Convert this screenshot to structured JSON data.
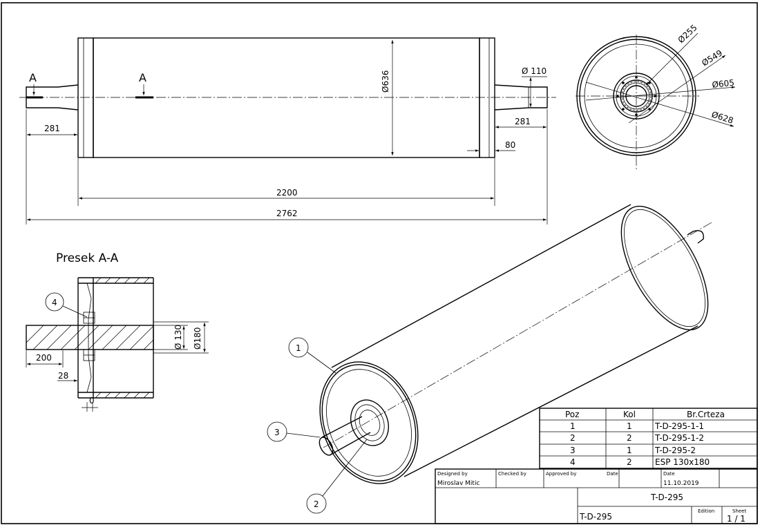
{
  "drawing": {
    "section_marker": "A",
    "section_title": "Presek A-A",
    "dimensions": {
      "shaft_diameter_end": "Ø 110",
      "body_diameter": "Ø636",
      "shaft_length_left": "281",
      "shaft_length_right": "281",
      "flange_width": "80",
      "body_length": "2200",
      "overall_length": "2762",
      "end_d1": "Ø255",
      "end_d2": "Ø549",
      "end_d3": "Ø605",
      "end_d4": "Ø628",
      "sec_d1": "Ø 130",
      "sec_d2": "Ø180",
      "sec_len1": "200",
      "sec_len2": "28",
      "sec_zero": "0"
    },
    "balloons": [
      "1",
      "2",
      "3",
      "4"
    ]
  },
  "parts_list": {
    "headers": [
      "Poz",
      "Kol",
      "Br.Crteza"
    ],
    "rows": [
      [
        "1",
        "1",
        "T-D-295-1-1"
      ],
      [
        "2",
        "2",
        "T-D-295-1-2"
      ],
      [
        "3",
        "1",
        "T-D-295-2"
      ],
      [
        "4",
        "2",
        "ESP 130x180"
      ]
    ]
  },
  "title_block": {
    "designed_by_label": "Designed by",
    "designed_by": "Miroslav Mitic",
    "checked_by_label": "Checked by",
    "approved_by_label": "Approved by",
    "date_label_1": "Date",
    "date_label_2": "Date",
    "date": "11.10.2019",
    "title": "T-D-295",
    "drawing_no": "T-D-295",
    "edition_label": "Edition",
    "sheet_label": "Sheet",
    "sheet": "1 / 1"
  }
}
